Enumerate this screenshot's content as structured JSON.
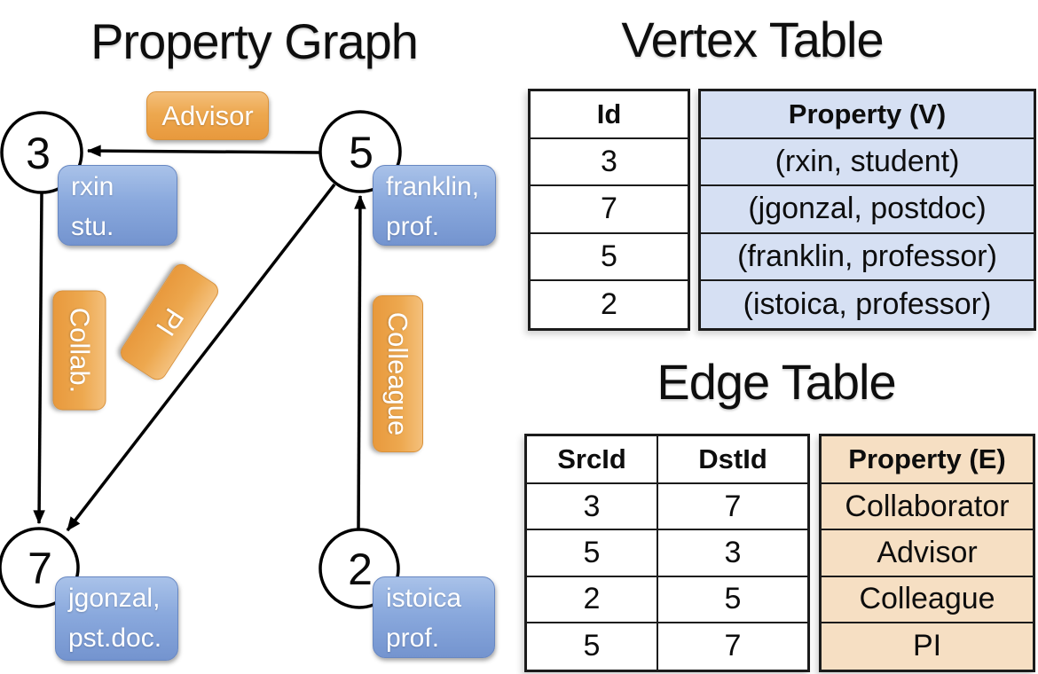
{
  "graph": {
    "title": "Property Graph",
    "nodes": [
      {
        "id": "3",
        "property": [
          "rxin",
          "stu."
        ]
      },
      {
        "id": "5",
        "property": [
          "franklin,",
          "prof."
        ]
      },
      {
        "id": "7",
        "property": [
          "jgonzal,",
          "pst.doc."
        ]
      },
      {
        "id": "2",
        "property": [
          "istoica",
          "prof."
        ]
      }
    ],
    "edge_labels": {
      "advisor": "Advisor",
      "collab": "Collab.",
      "pi": "PI",
      "colleague": "Colleague"
    }
  },
  "vertex_table": {
    "title": "Vertex Table",
    "headers": {
      "id": "Id",
      "property": "Property (V)"
    },
    "rows": [
      {
        "id": "3",
        "property": "(rxin, student)"
      },
      {
        "id": "7",
        "property": "(jgonzal, postdoc)"
      },
      {
        "id": "5",
        "property": "(franklin, professor)"
      },
      {
        "id": "2",
        "property": "(istoica, professor)"
      }
    ]
  },
  "edge_table": {
    "title": "Edge Table",
    "headers": {
      "src": "SrcId",
      "dst": "DstId",
      "property": "Property (E)"
    },
    "rows": [
      {
        "src": "3",
        "dst": "7",
        "property": "Collaborator"
      },
      {
        "src": "5",
        "dst": "3",
        "property": "Advisor"
      },
      {
        "src": "2",
        "dst": "5",
        "property": "Colleague"
      },
      {
        "src": "5",
        "dst": "7",
        "property": "PI"
      }
    ]
  },
  "colors": {
    "edge_label_fill": "#eda84f",
    "vertex_label_fill": "#7d9ed6",
    "vertex_table_property_fill": "#d6e0f3",
    "edge_table_property_fill": "#f6dfc3",
    "line": "#000000"
  }
}
